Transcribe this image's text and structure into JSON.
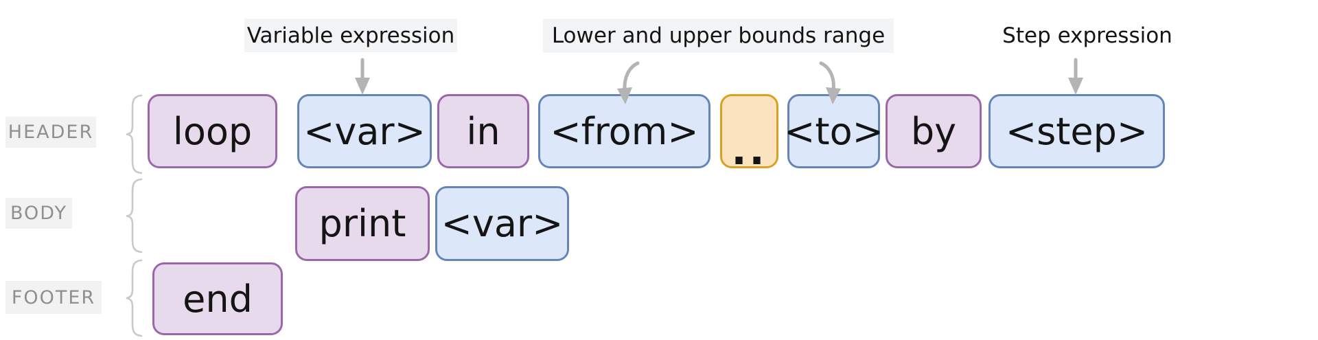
{
  "colors": {
    "purple-fill": "#e7daed",
    "purple-border": "#9a68a8",
    "blue-fill": "#dce8f9",
    "blue-border": "#6585b8",
    "orange-fill": "#fce3c0",
    "orange-border": "#d9a120",
    "token-text": "#141414",
    "annotation-text": "#141414",
    "annotation-bg": "#f2f4f6",
    "row-label-text": "#8f8f8f",
    "row-label-bg": "#f2f2f2",
    "arrow-gray": "#b4b4b4",
    "brace-gray": "#c9c9c9"
  },
  "annotations": [
    {
      "label": "Variable expression",
      "points_to": "<var>"
    },
    {
      "label": "Lower and upper bounds range",
      "points_to": "<from> and <to>"
    },
    {
      "label": "Step expression",
      "points_to": "<step>"
    }
  ],
  "icons": {
    "arrow": "down-arrow",
    "brace": "left-curly-brace"
  },
  "rows": [
    {
      "label": "HEADER",
      "tokens": [
        {
          "text": "loop",
          "type": "keyword"
        },
        {
          "text": "<var>",
          "type": "placeholder"
        },
        {
          "text": "in",
          "type": "keyword"
        },
        {
          "text": "<from>",
          "type": "placeholder"
        },
        {
          "text": "..",
          "type": "range-separator"
        },
        {
          "text": "<to>",
          "type": "placeholder"
        },
        {
          "text": "by",
          "type": "keyword"
        },
        {
          "text": "<step>",
          "type": "placeholder"
        }
      ]
    },
    {
      "label": "BODY",
      "tokens": [
        {
          "text": "print",
          "type": "keyword"
        },
        {
          "text": "<var>",
          "type": "placeholder"
        }
      ]
    },
    {
      "label": "FOOTER",
      "tokens": [
        {
          "text": "end",
          "type": "keyword"
        }
      ]
    }
  ]
}
